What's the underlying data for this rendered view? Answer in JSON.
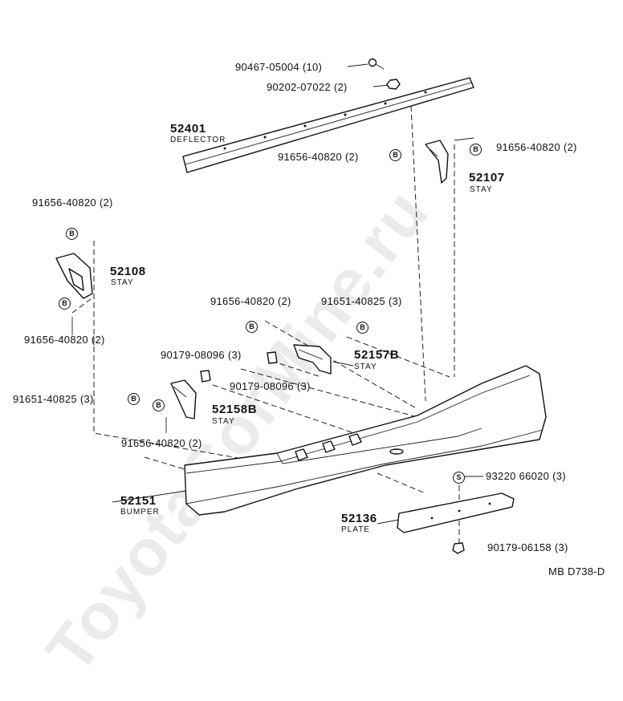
{
  "diagram_code": "MB D738-D",
  "watermark": "ToyotaCorMine.ru",
  "mark_letters": {
    "b": "B",
    "s": "S"
  },
  "labels": {
    "p90467": "90467-05004 (10)",
    "p90202": "90202-07022 (2)",
    "p52401": "52401",
    "p52401_name": "DEFLECTOR",
    "p91656_a": "91656-40820 (2)",
    "p91656_b": "91656-40820 (2)",
    "p52107": "52107",
    "p52107_name": "STAY",
    "p91656_c": "91656-40820 (2)",
    "p52108": "52108",
    "p52108_name": "STAY",
    "p91656_d": "91656-40820 (2)",
    "p91656_e": "91656-40820 (2)",
    "p91651_a": "91651-40825 (3)",
    "p90179_a": "90179-08096 (3)",
    "p52157": "52157B",
    "p52157_name": "STAY",
    "p90179_b": "90179-08096 (3)",
    "p91651_b": "91651-40825 (3)",
    "p52158": "52158B",
    "p52158_name": "STAY",
    "p91656_f": "91656-40820 (2)",
    "p93220": "93220 66020 (3)",
    "p52151": "52151",
    "p52151_name": "BUMPER",
    "p52136": "52136",
    "p52136_name": "PLATE",
    "p90179_c": "90179-06158 (3)"
  }
}
